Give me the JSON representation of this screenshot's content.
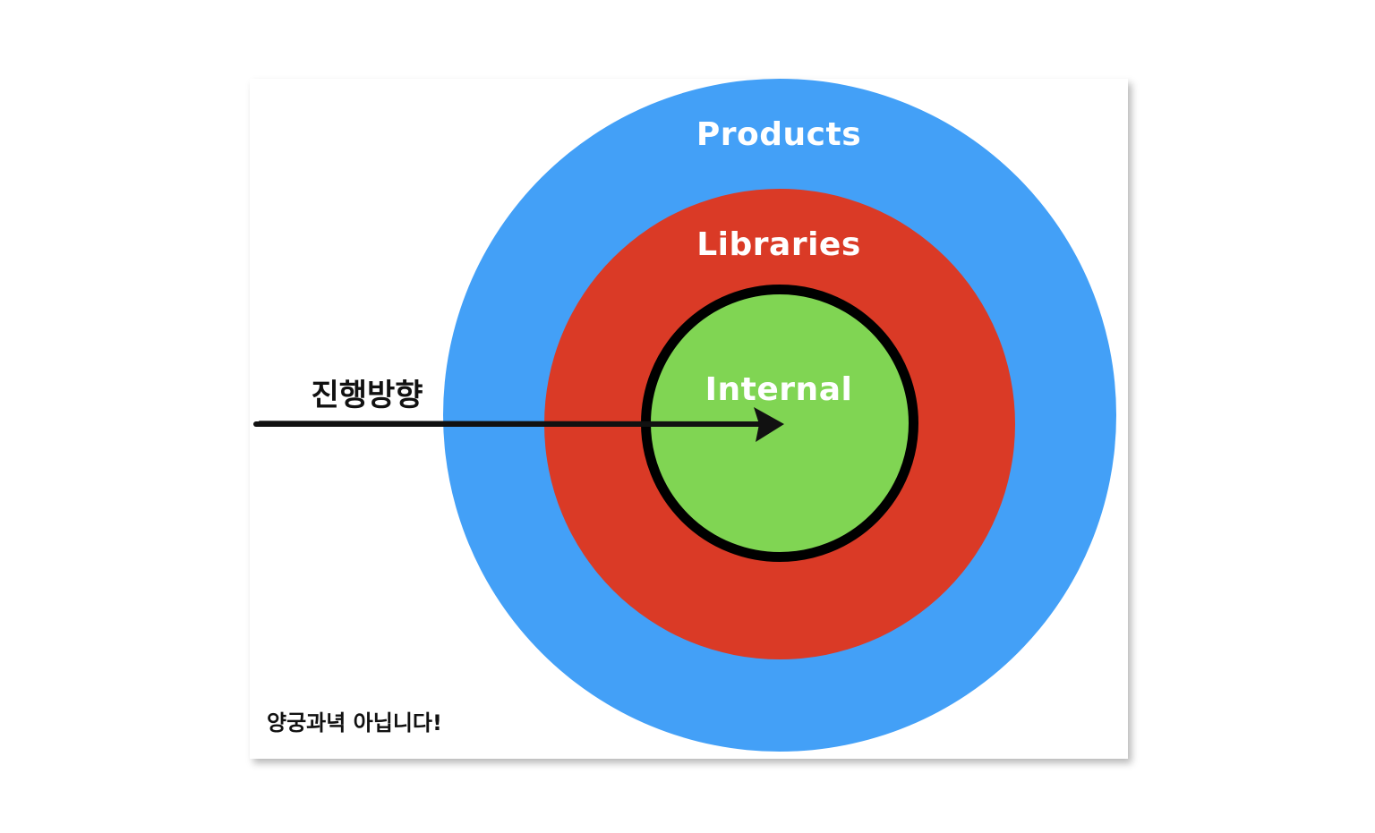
{
  "diagram": {
    "rings": {
      "products": {
        "label": "Products",
        "color": "#43a0f7"
      },
      "libraries": {
        "label": "Libraries",
        "color": "#da3a26"
      },
      "internal": {
        "label": "Internal",
        "color": "#80d553",
        "border_color": "#000000"
      }
    },
    "arrow": {
      "label": "진행방향",
      "color": "#111111",
      "icon": "right-arrow-icon"
    },
    "note": "양궁과녁 아닙니다!"
  }
}
